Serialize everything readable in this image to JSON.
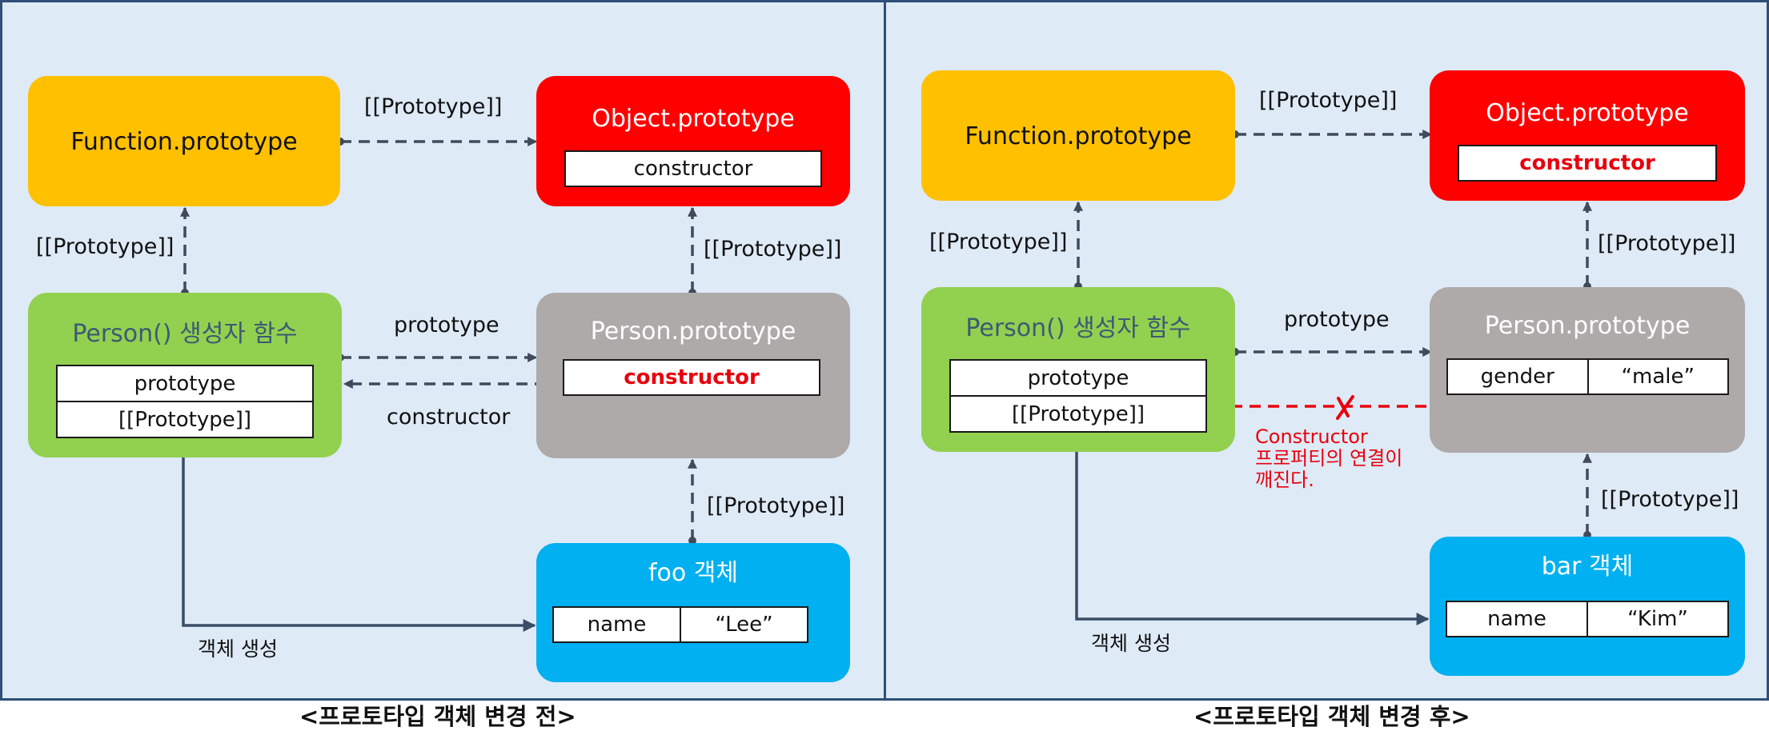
{
  "before": {
    "caption": "<프로토타입 객체 변경 전>",
    "function_prototype": {
      "title": "Function.prototype"
    },
    "object_prototype": {
      "title": "Object.prototype",
      "rows": [
        [
          "constructor"
        ]
      ]
    },
    "person_constructor": {
      "title": "Person() 생성자 함수",
      "rows": [
        [
          "prototype"
        ],
        [
          "[[Prototype]]"
        ]
      ]
    },
    "person_prototype": {
      "title": "Person.prototype",
      "rows": [
        [
          "constructor"
        ]
      ]
    },
    "instance": {
      "title": "foo 객체",
      "rows": [
        [
          "name",
          "“Lee”"
        ]
      ]
    },
    "labels": {
      "func_to_object": "[[Prototype]]",
      "person_to_func": "[[Prototype]]",
      "proto_to_object": "[[Prototype]]",
      "prototype_link": "prototype",
      "constructor_link": "constructor",
      "instance_to_proto": "[[Prototype]]",
      "create": "객체 생성"
    }
  },
  "after": {
    "caption": "<프로토타입 객체 변경 후>",
    "function_prototype": {
      "title": "Function.prototype"
    },
    "object_prototype": {
      "title": "Object.prototype",
      "rows": [
        [
          "constructor"
        ]
      ]
    },
    "person_constructor": {
      "title": "Person() 생성자 함수",
      "rows": [
        [
          "prototype"
        ],
        [
          "[[Prototype]]"
        ]
      ]
    },
    "person_prototype": {
      "title": "Person.prototype",
      "rows": [
        [
          "gender",
          "“male”"
        ]
      ]
    },
    "instance": {
      "title": "bar 객체",
      "rows": [
        [
          "name",
          "“Kim”"
        ]
      ]
    },
    "labels": {
      "func_to_object": "[[Prototype]]",
      "person_to_func": "[[Prototype]]",
      "proto_to_object": "[[Prototype]]",
      "prototype_link": "prototype",
      "instance_to_proto": "[[Prototype]]",
      "create": "객체 생성"
    },
    "broken_note": [
      "Constructor",
      "프로퍼티의 연결이",
      "깨진다."
    ]
  },
  "colors": {
    "function_box": "#ffc000",
    "object_box": "#ff0000",
    "constructor_box": "#92d050",
    "prototype_box": "#aeaaaa",
    "instance_box": "#00b0f0",
    "broken_link": "#e8000d",
    "panel_background": "#deeaf6"
  }
}
